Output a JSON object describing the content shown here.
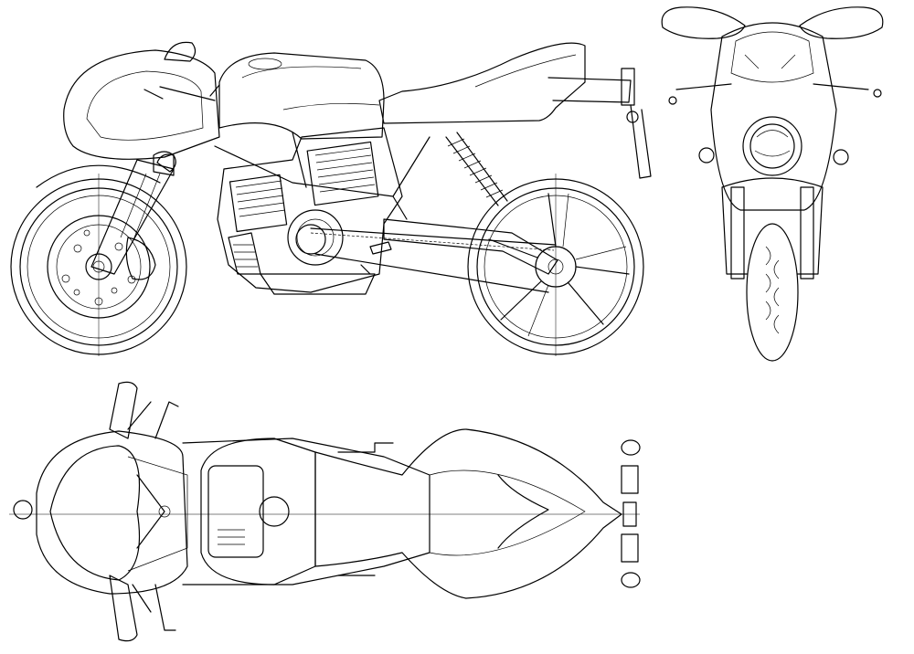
{
  "drawing": {
    "views": [
      "side",
      "front",
      "top"
    ],
    "line_color": "#000000",
    "background_color": "#ffffff"
  }
}
